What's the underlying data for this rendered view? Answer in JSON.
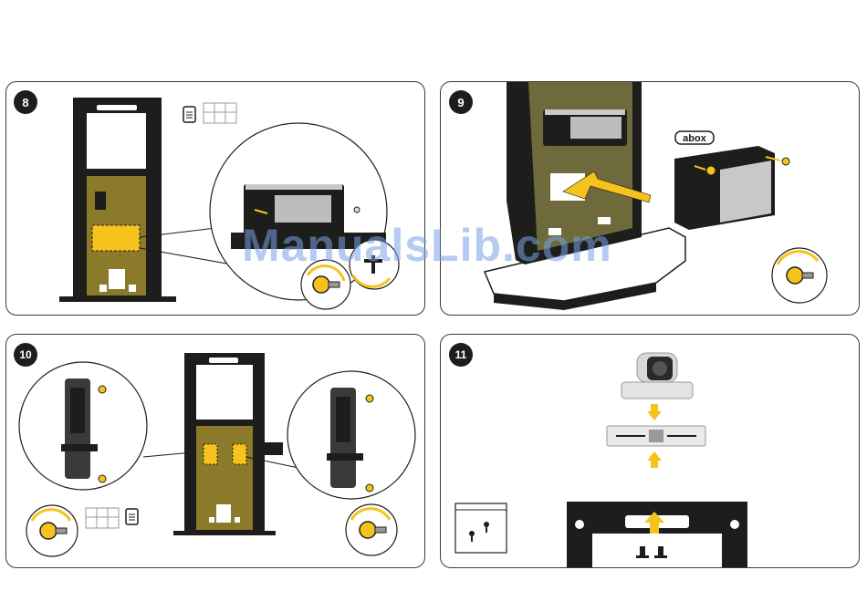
{
  "steps": [
    {
      "number": "8"
    },
    {
      "number": "9",
      "brand_label": "abox"
    },
    {
      "number": "10"
    },
    {
      "number": "11"
    }
  ],
  "watermark": "ManualsLib.com",
  "colors": {
    "accent": "#f6c21c",
    "olive": "#8a7a2a",
    "frame": "#1d1d1b",
    "stroke": "#3a3a3a"
  },
  "icons": [
    "document-icon",
    "grid-sheet-icon",
    "screw-rotate-icon",
    "arrow-up-icon",
    "arrow-down-icon",
    "hardware-bag-icon"
  ]
}
